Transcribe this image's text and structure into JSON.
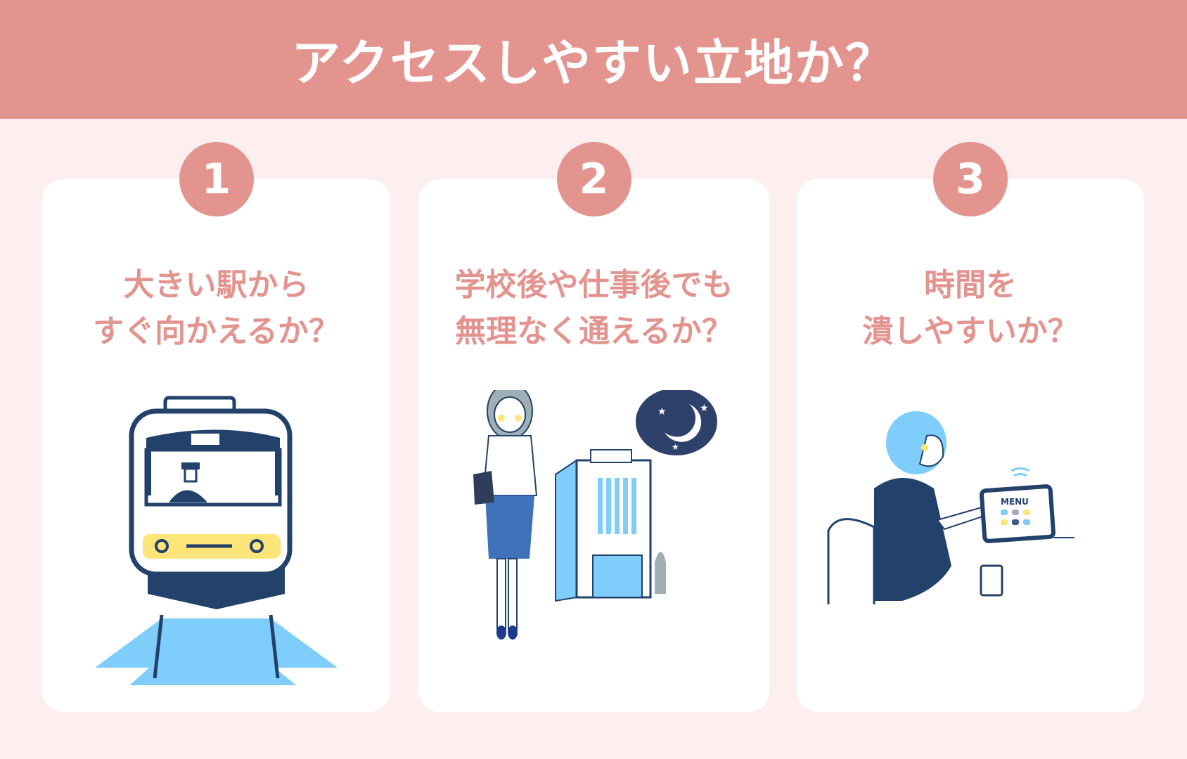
{
  "header": {
    "title": "アクセスしやすい立地か？"
  },
  "colors": {
    "accent": "#e3948f",
    "background": "#fdeef0",
    "card": "#ffffff",
    "navy": "#22416b",
    "sky": "#7fcdfb",
    "yellow": "#fde57a"
  },
  "cards": [
    {
      "number": "1",
      "line1": "大きい駅から",
      "line2": "すぐ向かえるか？",
      "illustration": "train-icon"
    },
    {
      "number": "2",
      "line1": "学校後や仕事後でも",
      "line2": "無理なく通えるか？",
      "illustration": "office-worker-night-icon"
    },
    {
      "number": "3",
      "line1": "時間を",
      "line2": "潰しやすいか？",
      "illustration": "tablet-menu-icon",
      "tablet_label": "MENU"
    }
  ]
}
